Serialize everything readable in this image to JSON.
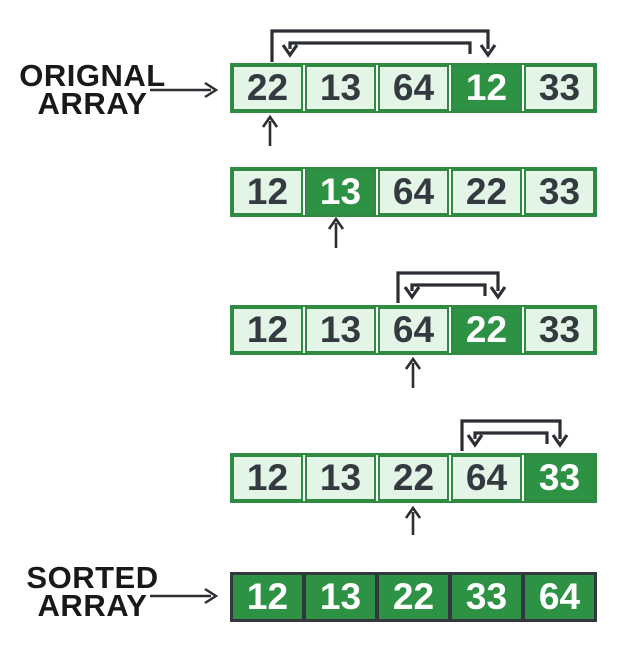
{
  "labels": {
    "original": {
      "line1": "ORIGNAL",
      "line2": "ARRAY"
    },
    "sorted": {
      "line1": "SORTED",
      "line2": "ARRAY"
    }
  },
  "arrays": [
    {
      "id": "original",
      "values": [
        "22",
        "13",
        "64",
        "12",
        "33"
      ],
      "highlight_index": 3,
      "pointer_index": 0,
      "swap": {
        "from_index": 0,
        "to_index": 3
      }
    },
    {
      "id": "pass-2",
      "values": [
        "12",
        "13",
        "64",
        "22",
        "33"
      ],
      "highlight_index": 1,
      "pointer_index": 1,
      "swap": null
    },
    {
      "id": "pass-3",
      "values": [
        "12",
        "13",
        "64",
        "22",
        "33"
      ],
      "highlight_index": 3,
      "pointer_index": 2,
      "swap": {
        "from_index": 2,
        "to_index": 3
      }
    },
    {
      "id": "pass-4",
      "values": [
        "12",
        "13",
        "22",
        "64",
        "33"
      ],
      "highlight_index": 4,
      "pointer_index": 2,
      "swap": {
        "from_index": 3,
        "to_index": 4
      }
    },
    {
      "id": "sorted",
      "values": [
        "12",
        "13",
        "22",
        "33",
        "64"
      ],
      "highlight_index": null,
      "pointer_index": null,
      "swap": null
    }
  ],
  "colors": {
    "cell_light": "#e3f5e6",
    "cell_dark": "#2e9245",
    "border_green": "#2e8b41",
    "border_dark": "#32383c",
    "arrow_stroke": "#2b2f33",
    "text_dark": "#343a40",
    "text_light": "#ffffff",
    "background": "#ffffff"
  }
}
